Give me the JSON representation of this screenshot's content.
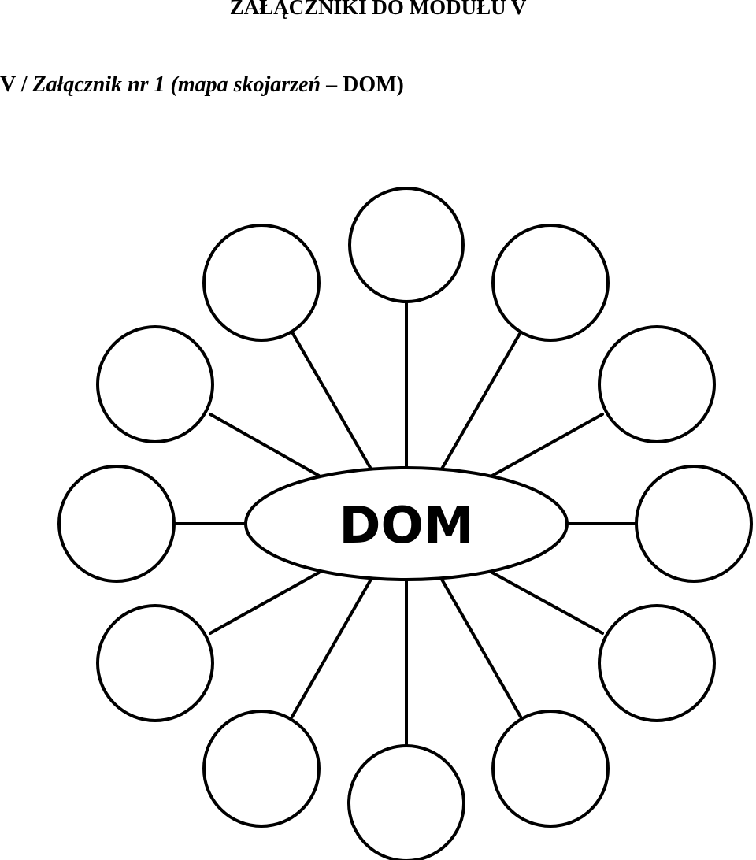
{
  "header": {
    "module_title": "ZAŁĄCZNIKI DO MODUŁU V"
  },
  "attachment": {
    "prefix": "V / ",
    "title": "Załącznik nr 1 (mapa skojarzeń",
    "dash_part": " – DOM)"
  },
  "diagram": {
    "center_label": "DOM",
    "outer_node_count": 12
  },
  "colors": {
    "stroke": "#000000",
    "fill": "#ffffff"
  }
}
